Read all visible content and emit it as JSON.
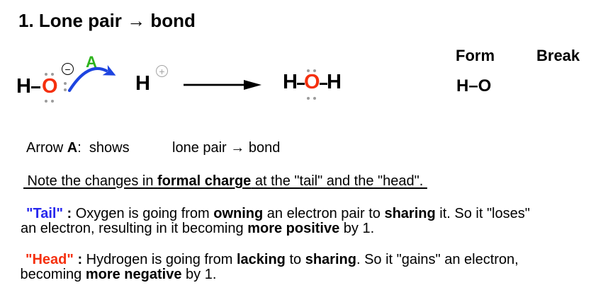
{
  "colors": {
    "red": "#f5300e",
    "blue": "#2727ee",
    "green": "#2db31c",
    "arrowblue": "#1d44e0",
    "gray": "#9c9c9c",
    "chargegray": "#a4a4a4",
    "black": "#000000",
    "background": "#ffffff"
  },
  "title": {
    "runs": [
      {
        "text": "1. Lone pair ",
        "bold": true
      },
      {
        "text": "→"
      },
      {
        "text": " bond",
        "bold": true
      }
    ]
  },
  "scheme": {
    "reactant": {
      "h": "H",
      "o": "O",
      "minus_charge": "−",
      "curved_arrow_label": "A",
      "proton": "H",
      "plus_charge": "+"
    },
    "product": {
      "h_left": "H",
      "o": "O",
      "h_right": "H"
    },
    "form_break": {
      "form_header": "Form",
      "break_header": "Break",
      "formed_bond": "H–O"
    }
  },
  "text": {
    "arrow_line_label": [
      {
        "text": "Arrow "
      },
      {
        "text": "A",
        "bold": true
      },
      {
        "text": ":  shows"
      }
    ],
    "arrow_line_value": [
      {
        "text": "lone pair "
      },
      {
        "text": "→"
      },
      {
        "text": " bond"
      }
    ],
    "note_line": [
      {
        "text": " Note the changes in "
      },
      {
        "text": "formal charge",
        "bold": true
      },
      {
        "text": " at the \"tail\" and the \"head\". "
      }
    ],
    "tail_line1": [
      {
        "text": "\"Tail\" ",
        "bold": true,
        "color": "blue"
      },
      {
        "text": ": ",
        "bold": true
      },
      {
        "text": "Oxygen is going from "
      },
      {
        "text": "owning",
        "bold": true
      },
      {
        "text": " an electron pair to "
      },
      {
        "text": "sharing",
        "bold": true
      },
      {
        "text": " it. So it \"loses\""
      }
    ],
    "tail_line2": [
      {
        "text": "an electron, resulting in it becoming "
      },
      {
        "text": "more positive",
        "bold": true
      },
      {
        "text": " by 1."
      }
    ],
    "head_line1": [
      {
        "text": "\"Head\" ",
        "bold": true,
        "color": "red"
      },
      {
        "text": ": ",
        "bold": true
      },
      {
        "text": "Hydrogen is going from "
      },
      {
        "text": "lacking",
        "bold": true
      },
      {
        "text": " to "
      },
      {
        "text": "sharing",
        "bold": true
      },
      {
        "text": ". So it \"gains\" an electron,"
      }
    ],
    "head_line2": [
      {
        "text": " becoming "
      },
      {
        "text": "more negative",
        "bold": true
      },
      {
        "text": " by 1."
      }
    ]
  }
}
